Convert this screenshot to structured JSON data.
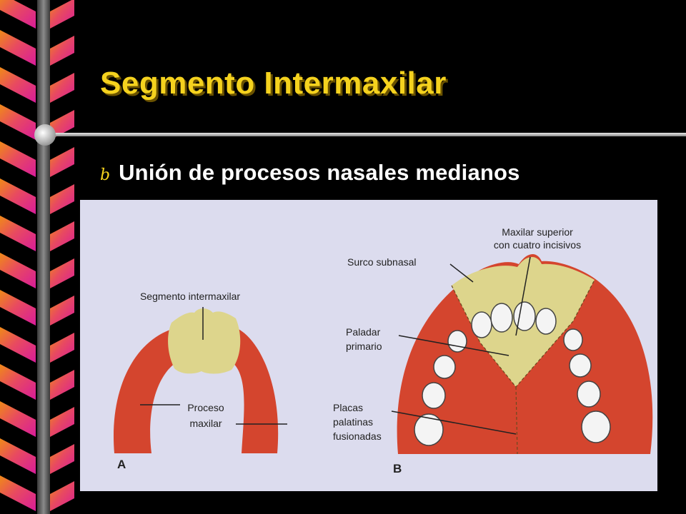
{
  "slide": {
    "title": "Segmento Intermaxilar",
    "bullet": {
      "icon": "bullet-b-icon",
      "text": "Unión de procesos nasales medianos"
    }
  },
  "figure": {
    "panel_a": {
      "letter": "A",
      "label_segmento": "Segmento intermaxilar",
      "label_proceso_1": "Proceso",
      "label_proceso_2": "maxilar"
    },
    "panel_b": {
      "letter": "B",
      "label_maxilar_1": "Maxilar superior",
      "label_maxilar_2": "con cuatro incisivos",
      "label_surco": "Surco subnasal",
      "label_paladar_1": "Paladar",
      "label_paladar_2": "primario",
      "label_placas_1": "Placas",
      "label_placas_2": "palatinas",
      "label_placas_3": "fusionadas"
    }
  },
  "colors": {
    "background": "#000000",
    "title": "#f5d21e",
    "bullet_text": "#ffffff",
    "figure_background": "#dcdcee",
    "tissue_red": "#d4452e",
    "tissue_yellow": "#ddd58c",
    "zigzag_magenta": "#e0208c",
    "zigzag_orange": "#f08a18"
  }
}
